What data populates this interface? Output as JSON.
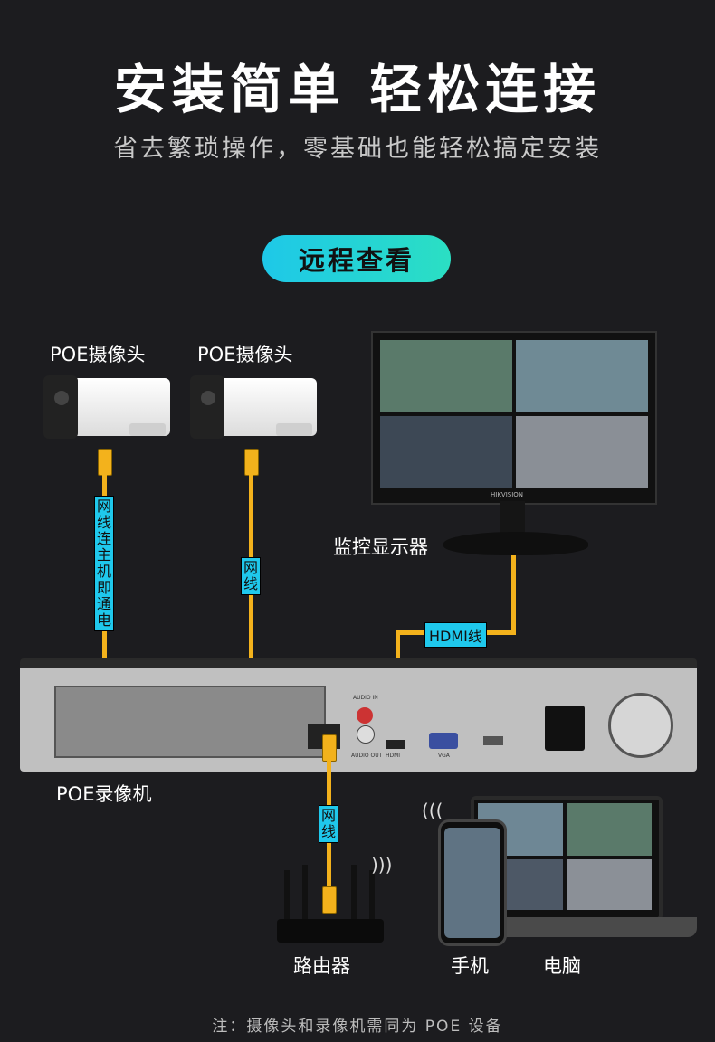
{
  "header": {
    "title": "安装简单 轻松连接",
    "subtitle": "省去繁琐操作，零基础也能轻松搞定安装"
  },
  "section_badge": "远程查看",
  "devices": {
    "camera1_label": "POE摄像头",
    "camera2_label": "POE摄像头",
    "monitor_label": "监控显示器",
    "nvr_label": "POE录像机",
    "router_label": "路由器",
    "phone_label": "手机",
    "pc_label": "电脑"
  },
  "cables": {
    "cam1_tag": "网线连主机即通电",
    "cam2_tag": "网线",
    "hdmi_tag": "HDMI线",
    "router_tag": "网线"
  },
  "monitor_brand": "HIKVISION",
  "nvr_ports": {
    "audio_in": "AUDIO IN",
    "audio_out": "AUDIO OUT",
    "hdmi": "HDMI",
    "vga": "VGA"
  },
  "footnote": "注：摄像头和录像机需同为 POE 设备",
  "colors": {
    "background": "#1c1c1f",
    "cable": "#f3b21c",
    "tag": "#1fc8ec",
    "badge_start": "#1ec8e8",
    "badge_end": "#2bdfc3"
  }
}
